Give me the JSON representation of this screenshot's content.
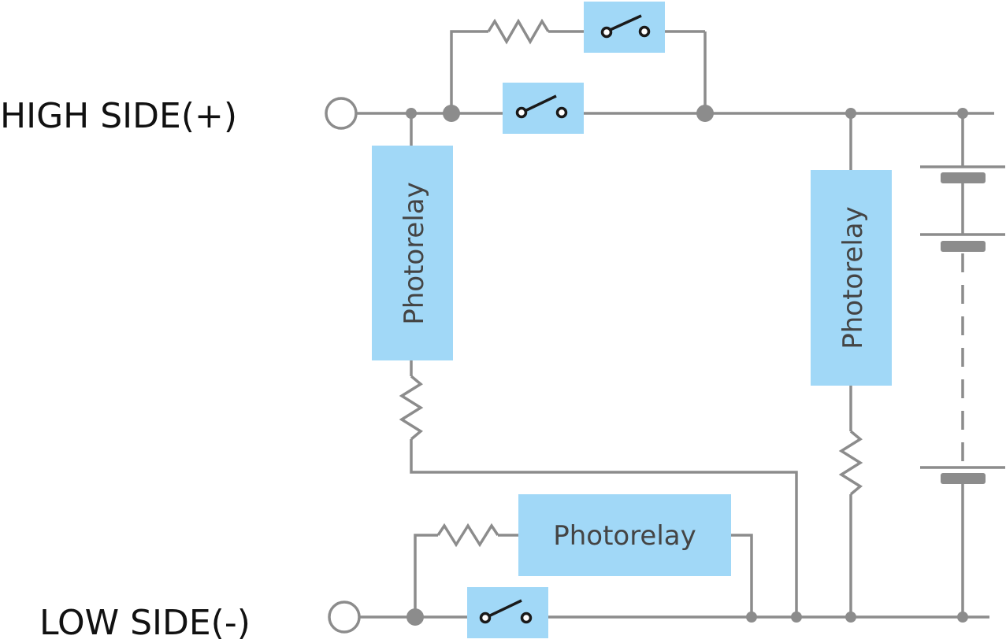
{
  "terminals": {
    "high_side": "HIGH SIDE(+)",
    "low_side": "LOW SIDE(-)"
  },
  "relays": {
    "left_vertical": "Photorelay",
    "right_vertical": "Photorelay",
    "bottom_horizontal": "Photorelay"
  },
  "colors": {
    "wire": "#8c8c8c",
    "relay_fill": "#a1d8f7",
    "switch_contact": "#1a1a1a",
    "label_text": "#111111"
  }
}
